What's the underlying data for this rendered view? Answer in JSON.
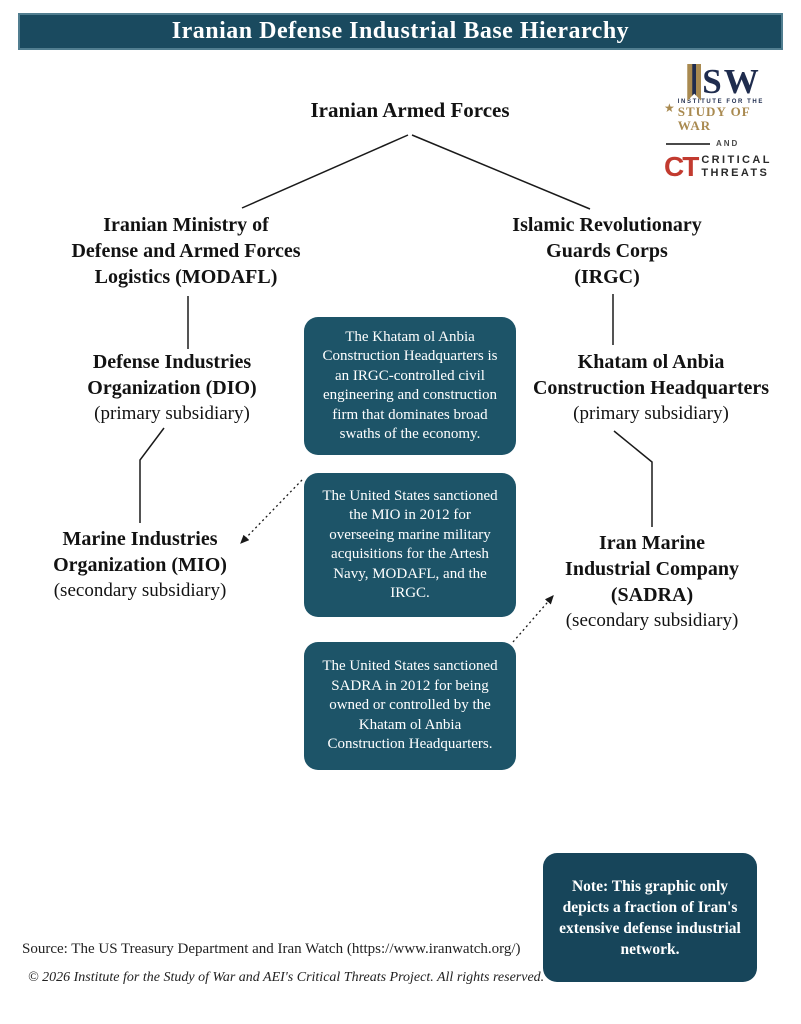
{
  "title": "Iranian Defense Industrial Base Hierarchy",
  "logo": {
    "isw_letters": "SW",
    "isw_institute": "INSTITUTE FOR THE",
    "isw_study": "STUDY OF WAR",
    "and_label": "AND",
    "ct_abbr": "CT",
    "ct_word1": "CRITICAL",
    "ct_word2": "THREATS"
  },
  "hierarchy": {
    "root": {
      "name": "Iranian Armed Forces"
    },
    "modafl": {
      "name": "Iranian Ministry of\nDefense and Armed Forces\nLogistics (MODAFL)"
    },
    "irgc": {
      "name": "Islamic Revolutionary\nGuards Corps\n(IRGC)"
    },
    "dio": {
      "name": "Defense Industries\nOrganization (DIO)",
      "sub": "(primary subsidiary)"
    },
    "khatam": {
      "name": "Khatam ol Anbia\nConstruction Headquarters",
      "sub": "(primary subsidiary)"
    },
    "mio": {
      "name": "Marine Industries\nOrganization (MIO)",
      "sub": "(secondary subsidiary)"
    },
    "sadra": {
      "name": "Iran Marine\nIndustrial Company\n(SADRA)",
      "sub": "(secondary subsidiary)"
    }
  },
  "callouts": [
    {
      "text": "The Khatam ol Anbia\nConstruction Headquarters is\nan IRGC-controlled civil\nengineering and construction\nfirm that dominates broad\nswaths of the economy."
    },
    {
      "text": "The United States sanctioned\nthe MIO in 2012 for\noverseeing marine military\nacquisitions for the Artesh\nNavy, MODAFL, and the\nIRGC."
    },
    {
      "text": "The United States sanctioned\nSADRA in 2012 for being\nowned or controlled by the\nKhatam ol Anbia\nConstruction Headquarters."
    }
  ],
  "note": "Note: This graphic only\ndepicts a fraction of Iran's\nextensive defense industrial\nnetwork.",
  "source": "Source: The US Treasury Department and Iran Watch (https://www.iranwatch.org/)",
  "copyright": "© 2026 Institute for the Study of War and AEI's Critical Threats Project. All rights reserved.",
  "colors": {
    "header_teal": "#1a4a5f",
    "callout_teal": "#1d5468",
    "note_teal": "#17455a",
    "line_black": "#1a1a1a",
    "isw_navy": "#1f2c4e",
    "isw_gold": "#a98a50",
    "ct_red": "#c23a2f",
    "ct_dark": "#2a2a2a"
  }
}
